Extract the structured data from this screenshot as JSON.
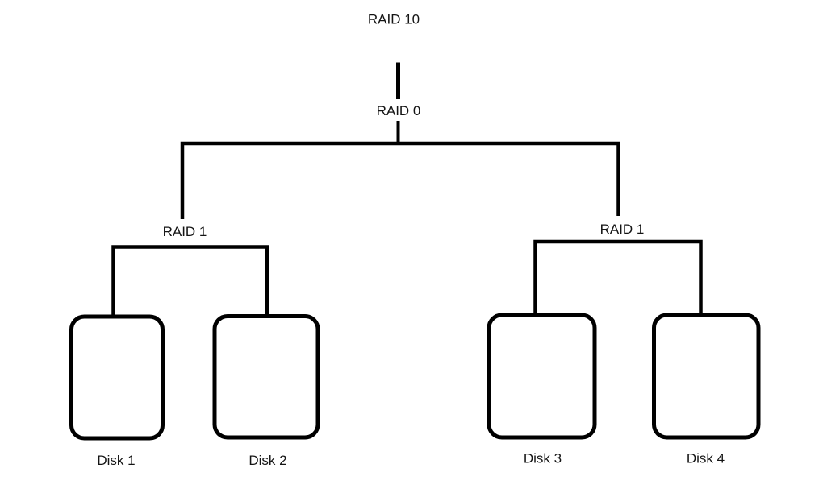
{
  "diagram": {
    "title": "RAID 10",
    "type": "raid-topology-tree",
    "colors": {
      "line": "#000000",
      "text": "#141414",
      "background": "#ffffff"
    },
    "tree": {
      "root": {
        "label": "RAID 10"
      },
      "stripe": {
        "label": "RAID 0"
      },
      "mirrors": [
        {
          "label": "RAID 1",
          "disks": [
            {
              "label": "Disk 1"
            },
            {
              "label": "Disk 2"
            }
          ]
        },
        {
          "label": "RAID 1",
          "disks": [
            {
              "label": "Disk 3"
            },
            {
              "label": "Disk 4"
            }
          ]
        }
      ]
    }
  }
}
